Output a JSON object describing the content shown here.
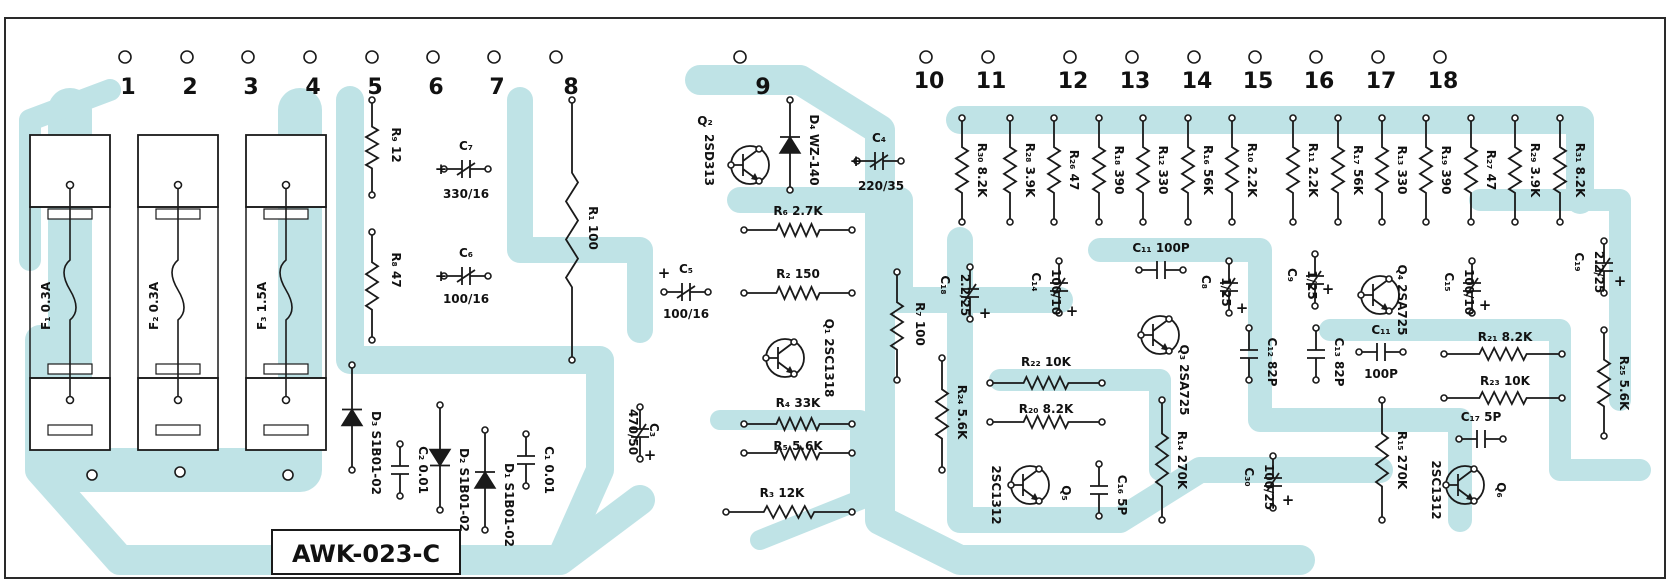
{
  "board": {
    "code": "AWK-023-C",
    "terminals": [
      "1",
      "2",
      "3",
      "4",
      "5",
      "6",
      "7",
      "8",
      "9",
      "10",
      "11",
      "12",
      "13",
      "14",
      "15",
      "16",
      "17",
      "18"
    ]
  },
  "fuses": [
    {
      "label": "F₁ 0.3A"
    },
    {
      "label": "F₂ 0.3A"
    },
    {
      "label": "F₃ 1.5A"
    }
  ],
  "resistors": [
    {
      "label": "R₉ 12"
    },
    {
      "label": "R₈ 47"
    },
    {
      "label": "R₁ 100"
    },
    {
      "label": "R₆ 2.7K"
    },
    {
      "label": "R₂ 150"
    },
    {
      "label": "R₇ 100"
    },
    {
      "label": "R₄ 33K"
    },
    {
      "label": "R₅ 5.6K"
    },
    {
      "label": "R₃ 12K"
    },
    {
      "label": "R₃₀ 8.2K"
    },
    {
      "label": "R₂₈ 3.9K"
    },
    {
      "label": "R₂₆ 47"
    },
    {
      "label": "R₁₈ 390"
    },
    {
      "label": "R₁₂ 330"
    },
    {
      "label": "R₁₆ 56K"
    },
    {
      "label": "R₁₀ 2.2K"
    },
    {
      "label": "R₁₁ 2.2K"
    },
    {
      "label": "R₁₇ 56K"
    },
    {
      "label": "R₁₃ 330"
    },
    {
      "label": "R₁₉ 390"
    },
    {
      "label": "R₂₇ 47"
    },
    {
      "label": "R₂₉ 3.9K"
    },
    {
      "label": "R₃₁ 8.2K"
    },
    {
      "label": "R₂₄ 5.6K"
    },
    {
      "label": "R₂₂ 10K"
    },
    {
      "label": "R₂₀ 8.2K"
    },
    {
      "label": "R₁₄ 270K"
    },
    {
      "label": "R₁₅ 270K"
    },
    {
      "label": "R₂₁ 8.2K"
    },
    {
      "label": "R₂₃ 10K"
    },
    {
      "label": "R₂₅ 5.6K"
    }
  ],
  "capacitors": [
    {
      "label": "C₇",
      "value": "330/16"
    },
    {
      "label": "C₆",
      "value": "100/16"
    },
    {
      "label": "C₄",
      "value": "220/35"
    },
    {
      "label": "C₅",
      "value": "100/16"
    },
    {
      "label": "C₃",
      "value": "470/50"
    },
    {
      "label": "C₂ 0.01"
    },
    {
      "label": "C₁ 0.01"
    },
    {
      "label": "C₁₈",
      "value": "2.2/25"
    },
    {
      "label": "C₁₄",
      "value": "100/10"
    },
    {
      "label": "C₁₁ 100P"
    },
    {
      "label": "C₈",
      "value": "1/25"
    },
    {
      "label": "C₉",
      "value": "1/25"
    },
    {
      "label": "C₁₅",
      "value": "100/10"
    },
    {
      "label": "C₁₉",
      "value": "2.2/25"
    },
    {
      "label": "C₁₂ 82P"
    },
    {
      "label": "C₁₃ 82P"
    },
    {
      "label": "C₁₁",
      "value": "100P"
    },
    {
      "label": "C₁₆ 5P"
    },
    {
      "label": "C₃₀",
      "value": "100/25"
    },
    {
      "label": "C₁₇ 5P"
    }
  ],
  "diodes": [
    {
      "label": "D₃ S1B01-02"
    },
    {
      "label": "D₂ S1B01-02"
    },
    {
      "label": "D₁ S1B01-02"
    },
    {
      "label": "D₄ WZ-140"
    }
  ],
  "transistors": [
    {
      "label": "Q₂",
      "type": "2SD313"
    },
    {
      "label": "Q₁ 2SC1318"
    },
    {
      "label": "Q₃ 2SA725"
    },
    {
      "label": "Q₄ 2SA725"
    },
    {
      "label": "Q₅",
      "type": "2SC1312"
    },
    {
      "label": "Q₆",
      "type": "2SC1312"
    }
  ],
  "plus": "+"
}
